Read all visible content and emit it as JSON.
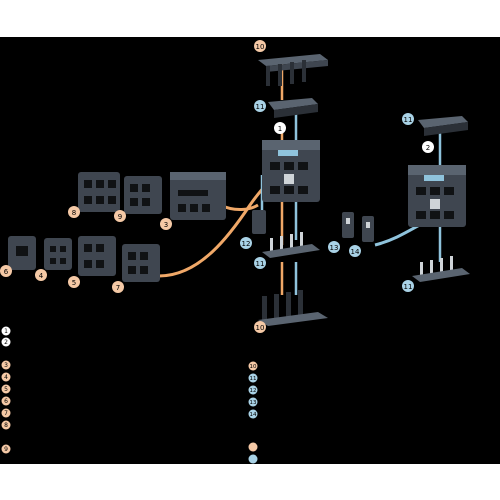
{
  "colors": {
    "background": "#000000",
    "frame": "#ffffff",
    "housing": "#3f4650",
    "housing_dark": "#2b3037",
    "housing_light": "#5a6470",
    "terminal": "#101214",
    "screw": "#cfd4d8",
    "accessory_badge": "#f5c9a6",
    "main_badge": "#ffffff",
    "interface_badge": "#a9d2e6",
    "orange_cable": "#f0a868",
    "blue_cable": "#8fc3dc",
    "badge_text": "#000000"
  },
  "diagram": {
    "badges": {
      "b1": "1",
      "b2": "2",
      "b3": "3",
      "b4": "4",
      "b5": "5",
      "b6": "6",
      "b7": "7",
      "b8": "8",
      "b9": "9",
      "b10_top": "10",
      "b10_bottom": "10",
      "b11_top_center": "11",
      "b11_top_right": "11",
      "b11_mid": "11",
      "b11_bottom_right": "11",
      "b12": "12",
      "b13": "13",
      "b14": "14"
    },
    "legend_left": [
      "1",
      "2",
      "3",
      "4",
      "5",
      "6",
      "7",
      "8",
      "9"
    ],
    "legend_right": [
      "10",
      "11",
      "12",
      "13",
      "14"
    ]
  }
}
